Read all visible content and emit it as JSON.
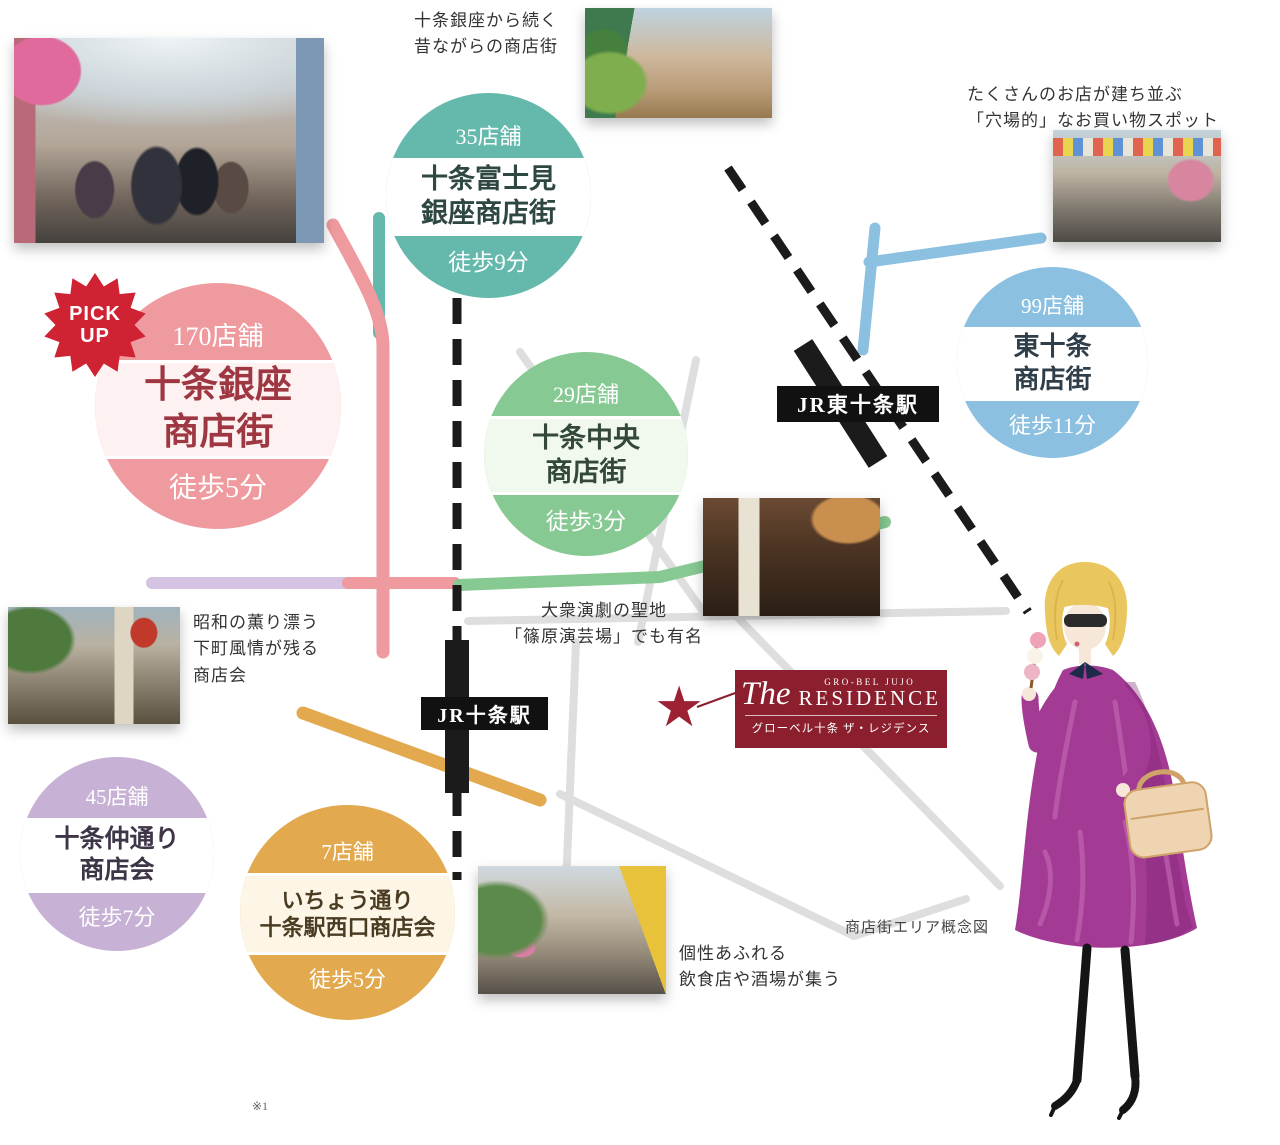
{
  "page": {
    "map_caption": "商店街エリア概念図",
    "footnote": "※1"
  },
  "pickup": {
    "label": [
      "PICK",
      "UP"
    ],
    "color": "#cf2334"
  },
  "stations": {
    "higashi_jujo": "JR東十条駅",
    "jujo": "JR十条駅"
  },
  "residence": {
    "brand_top": "GRO-BEL JUJO",
    "brand_script": "The",
    "brand_name": "RESIDENCE",
    "brand_jp": "グローベル十条 ザ・レジデンス",
    "plate_color": "#8c1f2e"
  },
  "icons": {
    "residence_star": "★"
  },
  "streets": {
    "fujimi": {
      "shops": "35店舗",
      "name": [
        "十条富士見",
        "銀座商店街"
      ],
      "walk": "徒歩9分",
      "color": "#64b9ac"
    },
    "ginza": {
      "shops": "170店舗",
      "name": [
        "十条銀座",
        "商店街"
      ],
      "walk": "徒歩5分",
      "color": "#ef9a9e",
      "pickup": true
    },
    "chuo": {
      "shops": "29店舗",
      "name": [
        "十条中央",
        "商店街"
      ],
      "walk": "徒歩3分",
      "color": "#87c993"
    },
    "higashi": {
      "shops": "99店舗",
      "name": [
        "東十条",
        "商店街"
      ],
      "walk": "徒歩11分",
      "color": "#8cc0e0"
    },
    "nakadori": {
      "shops": "45店舗",
      "name": [
        "十条仲通り",
        "商店会"
      ],
      "walk": "徒歩7分",
      "color": "#c7b2d6"
    },
    "icho": {
      "shops": "7店舗",
      "name": [
        "いちょう通り",
        "十条駅西口商店会"
      ],
      "walk": "徒歩5分",
      "color": "#e2a94f"
    }
  },
  "notes": {
    "fujimi": [
      "十条銀座から続く",
      "昔ながらの商店街"
    ],
    "higashi": [
      "たくさんのお店が建ち並ぶ",
      "「穴場的」なお買い物スポット"
    ],
    "nakadori": [
      "昭和の薫り漂う",
      "下町風情が残る",
      "商店会"
    ],
    "shinohara": [
      "大衆演劇の聖地",
      "「篠原演芸場」でも有名"
    ],
    "icho": [
      "個性あふれる",
      "飲食店や酒場が集う"
    ]
  }
}
